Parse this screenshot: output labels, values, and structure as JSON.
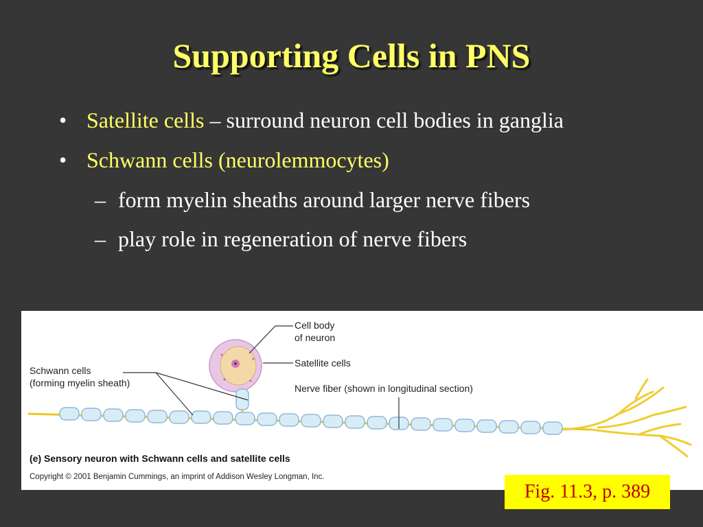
{
  "slide": {
    "title": "Supporting Cells in PNS",
    "bullets": [
      {
        "term": "Satellite cells",
        "text": " – surround neuron cell bodies in ganglia"
      },
      {
        "term": "Schwann cells (neurolemmocytes)",
        "text": ""
      }
    ],
    "sub_bullets": [
      "form myelin sheaths around larger nerve fibers",
      "play role in regeneration of nerve fibers"
    ],
    "bullet_glyph": "•",
    "dash_glyph": "–"
  },
  "figure": {
    "labels": {
      "cell_body_1": "Cell body",
      "cell_body_2": "of neuron",
      "satellite": "Satellite cells",
      "schwann_1": "Schwann cells",
      "schwann_2": "(forming myelin sheath)",
      "nerve_fiber": "Nerve fiber (shown in longitudinal section)"
    },
    "caption": "(e) Sensory neuron with Schwann cells and satellite cells",
    "copyright": "Copyright © 2001 Benjamin Cummings, an imprint of Addison Wesley Longman, Inc."
  },
  "reference": "Fig. 11.3, p. 389",
  "colors": {
    "background": "#363636",
    "title": "#ffff66",
    "text": "#ffffff",
    "ref_bg": "#ffff00",
    "ref_text": "#c00000"
  }
}
